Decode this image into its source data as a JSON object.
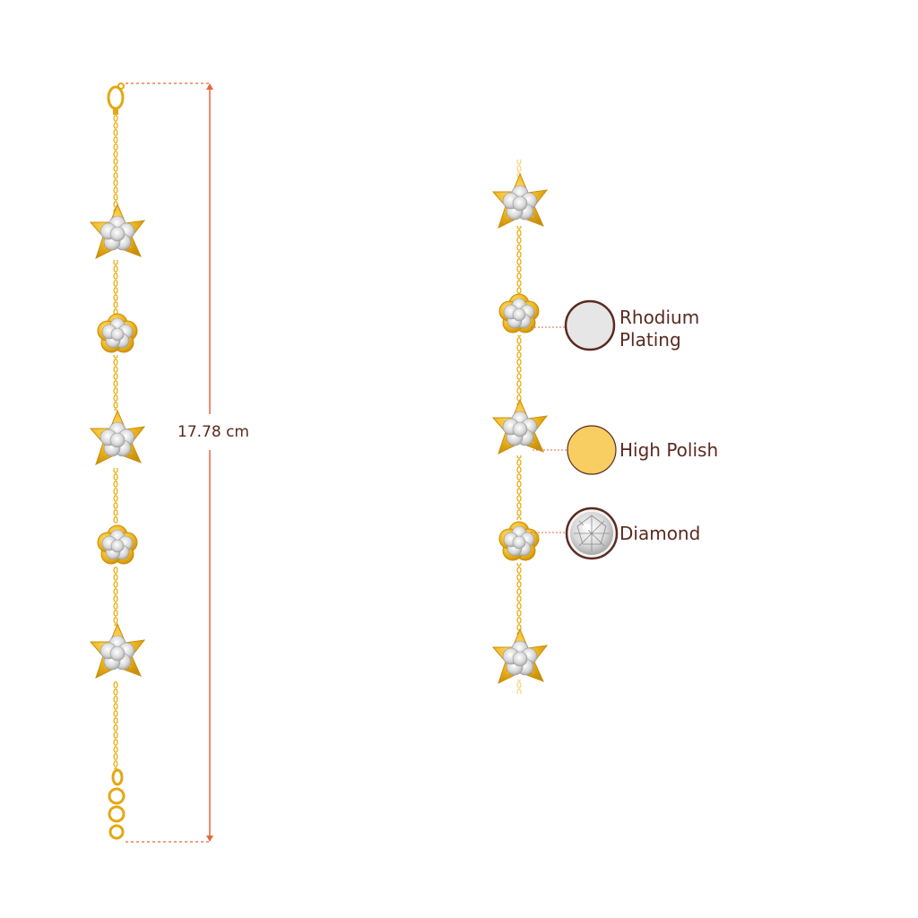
{
  "measurement": {
    "length_label": "17.78 cm",
    "line_color": "#e8663a"
  },
  "legend": {
    "items": [
      {
        "line1": "Rhodium",
        "line2": "Plating",
        "swatch": "rhodium",
        "fill": "#e6e6e6"
      },
      {
        "line1": "High Polish",
        "line2": "",
        "swatch": "polish",
        "fill": "#f8cd62"
      },
      {
        "line1": "Diamond",
        "line2": "",
        "swatch": "diamond",
        "fill": "#f2f2f2"
      }
    ],
    "ring_color": "#5a2a20",
    "text_color": "#5a2a20"
  },
  "colors": {
    "gold": "#f2b81c",
    "gold_dark": "#d39a10",
    "diamond": "#dcdcdc"
  },
  "icons": [
    "bracelet-full-image",
    "bracelet-closeup-image",
    "rhodium-swatch-icon",
    "polish-swatch-icon",
    "diamond-swatch-icon"
  ]
}
